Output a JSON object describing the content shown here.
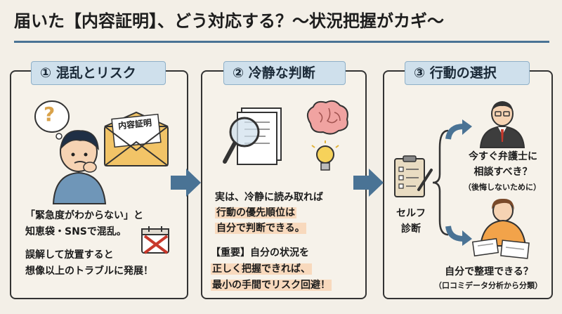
{
  "title": "届いた【内容証明】、どう対応する？〜状況把握がカギ〜",
  "panel1": {
    "label": "① 混乱とリスク",
    "envelope_text": "内容証明",
    "question_mark": "?",
    "text_line1": "「緊急度がわからない」と",
    "text_line2": "知恵袋・SNSで混乱。",
    "text_line3": "誤解して放置すると",
    "text_line4": "想像以上のトラブルに発展！"
  },
  "panel2": {
    "label": "② 冷静な判断",
    "text_line1": "実は、冷静に読み取れば",
    "text_line2": "行動の優先順位は",
    "text_line3": "自分で判断できる。",
    "note_line1": "【重要】自分の状況を",
    "note_line2": "正しく把握できれば、",
    "note_line3": "最小の手間でリスク回避！"
  },
  "panel3": {
    "label": "③ 行動の選択",
    "self_diagnosis_line1": "セルフ",
    "self_diagnosis_line2": "診断",
    "option1_line1": "今すぐ弁護士に",
    "option1_line2": "相談すべき？",
    "option1_line3": "（後悔しないために）",
    "option2_line1": "自分で整理できる？",
    "option2_line2": "（口コミデータ分析から分類）"
  },
  "colors": {
    "accent_blue": "#4a7395",
    "label_bg": "#cfe0ec",
    "highlight": "#f8d9bd",
    "warning_red": "#c8382b",
    "envelope": "#f2c467"
  }
}
